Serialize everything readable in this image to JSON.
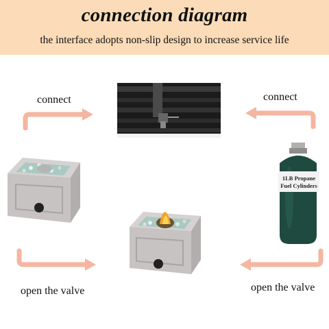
{
  "header": {
    "title": "connection diagram",
    "subtitle": "the interface adopts non-slip design to increase service life"
  },
  "steps": {
    "connect_left": "connect",
    "connect_right": "connect",
    "open_valve_left": "open the valve",
    "open_valve_right": "open the valve"
  },
  "cylinder": {
    "label_line1": "1LB Propane",
    "label_line2": "Fuel Cylinders"
  },
  "colors": {
    "header_bg": "#fcdcb8",
    "arrow": "#f4b6a0",
    "cylinder": "#1f4a3f",
    "box": "#c8c3c3"
  }
}
